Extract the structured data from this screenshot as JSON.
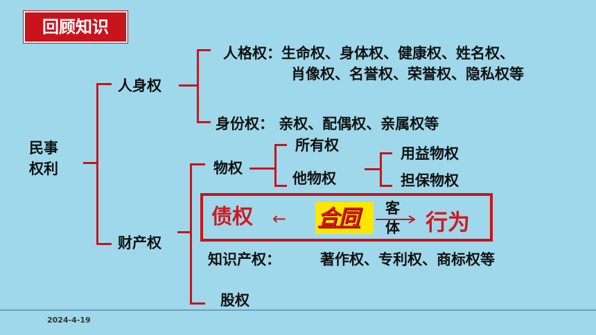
{
  "header": {
    "title": "回顾知识"
  },
  "tree": {
    "root": [
      "民事",
      "权利"
    ],
    "personal": {
      "label": "人身权",
      "personality_line1": "人格权：生命权、身体权、健康权、姓名权、",
      "personality_line2": "肖像权、名誉权、荣誉权、隐私权等",
      "identity": "身份权：  亲权、配偶权、亲属权等"
    },
    "property": {
      "label": "财产权",
      "real_right": "物权",
      "ownership": "所有权",
      "other_real": "他物权",
      "usufruct": "用益物权",
      "security": "担保物权",
      "ip_label": "知识产权：",
      "ip_items": "著作权、专利权、商标权等",
      "equity": "股权"
    },
    "highlight": {
      "left": "债权",
      "left_arrow": "←",
      "middle": "合同",
      "object_top": "客",
      "object_bottom": "体",
      "right": "行为"
    }
  },
  "footer": {
    "date": "2024-4-19"
  },
  "colors": {
    "background": "#9fd8ea",
    "accent": "#c8141c",
    "highlight": "#ffe600"
  }
}
